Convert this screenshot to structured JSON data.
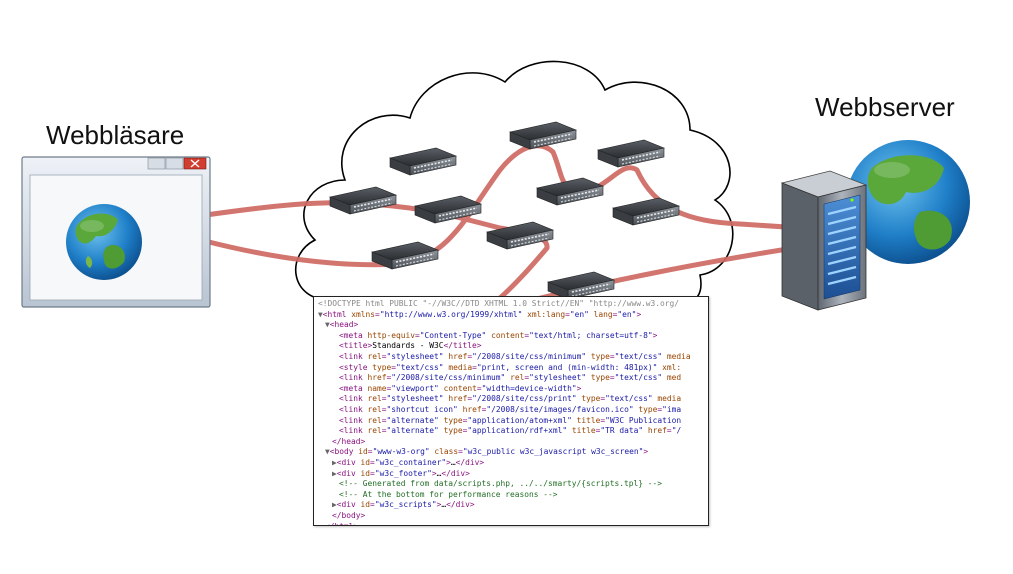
{
  "labels": {
    "browser": "Webbläsare",
    "server": "Webbserver"
  },
  "icons": [
    "browser-window-icon",
    "globe-icon",
    "server-icon",
    "network-switch-icon",
    "cloud-icon"
  ],
  "colors": {
    "connection": "#cf6a63",
    "cloud_outline": "#000000"
  },
  "code_lines": [
    {
      "indent": 0,
      "tri": "",
      "parts": [
        {
          "t": "doc",
          "s": "<!DOCTYPE html PUBLIC \"-//W3C//DTD XHTML 1.0 Strict//EN\" \"http://www.w3.org/"
        }
      ]
    },
    {
      "indent": 0,
      "tri": "▼",
      "parts": [
        {
          "t": "tag",
          "s": "<html "
        },
        {
          "t": "attr",
          "s": "xmlns"
        },
        {
          "t": "tag",
          "s": "="
        },
        {
          "t": "val",
          "s": "\"http://www.w3.org/1999/xhtml\""
        },
        {
          "t": "attr",
          "s": " xml:lang"
        },
        {
          "t": "tag",
          "s": "="
        },
        {
          "t": "val",
          "s": "\"en\""
        },
        {
          "t": "attr",
          "s": " lang"
        },
        {
          "t": "tag",
          "s": "="
        },
        {
          "t": "val",
          "s": "\"en\""
        },
        {
          "t": "tag",
          "s": ">"
        }
      ]
    },
    {
      "indent": 1,
      "tri": "▼",
      "parts": [
        {
          "t": "tag",
          "s": "<head>"
        }
      ]
    },
    {
      "indent": 3,
      "tri": "",
      "parts": [
        {
          "t": "tag",
          "s": "<meta "
        },
        {
          "t": "attr",
          "s": "http-equiv"
        },
        {
          "t": "tag",
          "s": "="
        },
        {
          "t": "val",
          "s": "\"Content-Type\""
        },
        {
          "t": "attr",
          "s": " content"
        },
        {
          "t": "tag",
          "s": "="
        },
        {
          "t": "val",
          "s": "\"text/html; charset=utf-8\""
        },
        {
          "t": "tag",
          "s": ">"
        }
      ]
    },
    {
      "indent": 3,
      "tri": "",
      "parts": [
        {
          "t": "tag",
          "s": "<title>"
        },
        {
          "t": "text",
          "s": "Standards - W3C"
        },
        {
          "t": "tag",
          "s": "</title>"
        }
      ]
    },
    {
      "indent": 3,
      "tri": "",
      "parts": [
        {
          "t": "tag",
          "s": "<link "
        },
        {
          "t": "attr",
          "s": "rel"
        },
        {
          "t": "tag",
          "s": "="
        },
        {
          "t": "val",
          "s": "\"stylesheet\""
        },
        {
          "t": "attr",
          "s": " href"
        },
        {
          "t": "tag",
          "s": "="
        },
        {
          "t": "val",
          "s": "\"/2008/site/css/minimum\""
        },
        {
          "t": "attr",
          "s": " type"
        },
        {
          "t": "tag",
          "s": "="
        },
        {
          "t": "val",
          "s": "\"text/css\""
        },
        {
          "t": "attr",
          "s": " media"
        }
      ]
    },
    {
      "indent": 3,
      "tri": "",
      "parts": [
        {
          "t": "tag",
          "s": "<style "
        },
        {
          "t": "attr",
          "s": "type"
        },
        {
          "t": "tag",
          "s": "="
        },
        {
          "t": "val",
          "s": "\"text/css\""
        },
        {
          "t": "attr",
          "s": " media"
        },
        {
          "t": "tag",
          "s": "="
        },
        {
          "t": "val",
          "s": "\"print, screen and (min-width: 481px)\""
        },
        {
          "t": "attr",
          "s": " xml:"
        }
      ]
    },
    {
      "indent": 3,
      "tri": "",
      "parts": [
        {
          "t": "tag",
          "s": "<link "
        },
        {
          "t": "attr",
          "s": "href"
        },
        {
          "t": "tag",
          "s": "="
        },
        {
          "t": "val",
          "s": "\"/2008/site/css/minimum\""
        },
        {
          "t": "attr",
          "s": " rel"
        },
        {
          "t": "tag",
          "s": "="
        },
        {
          "t": "val",
          "s": "\"stylesheet\""
        },
        {
          "t": "attr",
          "s": " type"
        },
        {
          "t": "tag",
          "s": "="
        },
        {
          "t": "val",
          "s": "\"text/css\""
        },
        {
          "t": "attr",
          "s": " med"
        }
      ]
    },
    {
      "indent": 3,
      "tri": "",
      "parts": [
        {
          "t": "tag",
          "s": "<meta "
        },
        {
          "t": "attr",
          "s": "name"
        },
        {
          "t": "tag",
          "s": "="
        },
        {
          "t": "val",
          "s": "\"viewport\""
        },
        {
          "t": "attr",
          "s": " content"
        },
        {
          "t": "tag",
          "s": "="
        },
        {
          "t": "val",
          "s": "\"width=device-width\""
        },
        {
          "t": "tag",
          "s": ">"
        }
      ]
    },
    {
      "indent": 3,
      "tri": "",
      "parts": [
        {
          "t": "tag",
          "s": "<link "
        },
        {
          "t": "attr",
          "s": "rel"
        },
        {
          "t": "tag",
          "s": "="
        },
        {
          "t": "val",
          "s": "\"stylesheet\""
        },
        {
          "t": "attr",
          "s": " href"
        },
        {
          "t": "tag",
          "s": "="
        },
        {
          "t": "val",
          "s": "\"/2008/site/css/print\""
        },
        {
          "t": "attr",
          "s": " type"
        },
        {
          "t": "tag",
          "s": "="
        },
        {
          "t": "val",
          "s": "\"text/css\""
        },
        {
          "t": "attr",
          "s": " media"
        }
      ]
    },
    {
      "indent": 3,
      "tri": "",
      "parts": [
        {
          "t": "tag",
          "s": "<link "
        },
        {
          "t": "attr",
          "s": "rel"
        },
        {
          "t": "tag",
          "s": "="
        },
        {
          "t": "val",
          "s": "\"shortcut icon\""
        },
        {
          "t": "attr",
          "s": " href"
        },
        {
          "t": "tag",
          "s": "="
        },
        {
          "t": "val",
          "s": "\"/2008/site/images/favicon.ico\""
        },
        {
          "t": "attr",
          "s": " type"
        },
        {
          "t": "tag",
          "s": "="
        },
        {
          "t": "val",
          "s": "\"ima"
        }
      ]
    },
    {
      "indent": 3,
      "tri": "",
      "parts": [
        {
          "t": "tag",
          "s": "<link "
        },
        {
          "t": "attr",
          "s": "rel"
        },
        {
          "t": "tag",
          "s": "="
        },
        {
          "t": "val",
          "s": "\"alternate\""
        },
        {
          "t": "attr",
          "s": " type"
        },
        {
          "t": "tag",
          "s": "="
        },
        {
          "t": "val",
          "s": "\"application/atom+xml\""
        },
        {
          "t": "attr",
          "s": " title"
        },
        {
          "t": "tag",
          "s": "="
        },
        {
          "t": "val",
          "s": "\"W3C Publication"
        }
      ]
    },
    {
      "indent": 3,
      "tri": "",
      "parts": [
        {
          "t": "tag",
          "s": "<link "
        },
        {
          "t": "attr",
          "s": "rel"
        },
        {
          "t": "tag",
          "s": "="
        },
        {
          "t": "val",
          "s": "\"alternate\""
        },
        {
          "t": "attr",
          "s": " type"
        },
        {
          "t": "tag",
          "s": "="
        },
        {
          "t": "val",
          "s": "\"application/rdf+xml\""
        },
        {
          "t": "attr",
          "s": " title"
        },
        {
          "t": "tag",
          "s": "="
        },
        {
          "t": "val",
          "s": "\"TR data\""
        },
        {
          "t": "attr",
          "s": " href"
        },
        {
          "t": "tag",
          "s": "="
        },
        {
          "t": "val",
          "s": "\"/"
        }
      ]
    },
    {
      "indent": 2,
      "tri": "",
      "parts": [
        {
          "t": "tag",
          "s": "</head>"
        }
      ]
    },
    {
      "indent": 1,
      "tri": "▼",
      "parts": [
        {
          "t": "tag",
          "s": "<body "
        },
        {
          "t": "attr",
          "s": "id"
        },
        {
          "t": "tag",
          "s": "="
        },
        {
          "t": "val",
          "s": "\"www-w3-org\""
        },
        {
          "t": "attr",
          "s": " class"
        },
        {
          "t": "tag",
          "s": "="
        },
        {
          "t": "val",
          "s": "\"w3c_public w3c_javascript w3c_screen\""
        },
        {
          "t": "tag",
          "s": ">"
        }
      ]
    },
    {
      "indent": 2,
      "tri": "▶",
      "parts": [
        {
          "t": "tag",
          "s": "<div "
        },
        {
          "t": "attr",
          "s": "id"
        },
        {
          "t": "tag",
          "s": "="
        },
        {
          "t": "val",
          "s": "\"w3c_container\""
        },
        {
          "t": "tag",
          "s": ">"
        },
        {
          "t": "text",
          "s": "…"
        },
        {
          "t": "tag",
          "s": "</div>"
        }
      ]
    },
    {
      "indent": 2,
      "tri": "▶",
      "parts": [
        {
          "t": "tag",
          "s": "<div "
        },
        {
          "t": "attr",
          "s": "id"
        },
        {
          "t": "tag",
          "s": "="
        },
        {
          "t": "val",
          "s": "\"w3c_footer\""
        },
        {
          "t": "tag",
          "s": ">"
        },
        {
          "t": "text",
          "s": "…"
        },
        {
          "t": "tag",
          "s": "</div>"
        }
      ]
    },
    {
      "indent": 3,
      "tri": "",
      "parts": [
        {
          "t": "com",
          "s": "<!-- Generated from data/scripts.php, ../../smarty/{scripts.tpl} -->"
        }
      ]
    },
    {
      "indent": 3,
      "tri": "",
      "parts": [
        {
          "t": "com",
          "s": "<!-- At the bottom for performance reasons -->"
        }
      ]
    },
    {
      "indent": 2,
      "tri": "▶",
      "parts": [
        {
          "t": "tag",
          "s": "<div "
        },
        {
          "t": "attr",
          "s": "id"
        },
        {
          "t": "tag",
          "s": "="
        },
        {
          "t": "val",
          "s": "\"w3c_scripts\""
        },
        {
          "t": "tag",
          "s": ">"
        },
        {
          "t": "text",
          "s": "…"
        },
        {
          "t": "tag",
          "s": "</div>"
        }
      ]
    },
    {
      "indent": 2,
      "tri": "",
      "parts": [
        {
          "t": "tag",
          "s": "</body>"
        }
      ]
    },
    {
      "indent": 1,
      "tri": "",
      "parts": [
        {
          "t": "tag",
          "s": "</html>"
        }
      ]
    }
  ]
}
